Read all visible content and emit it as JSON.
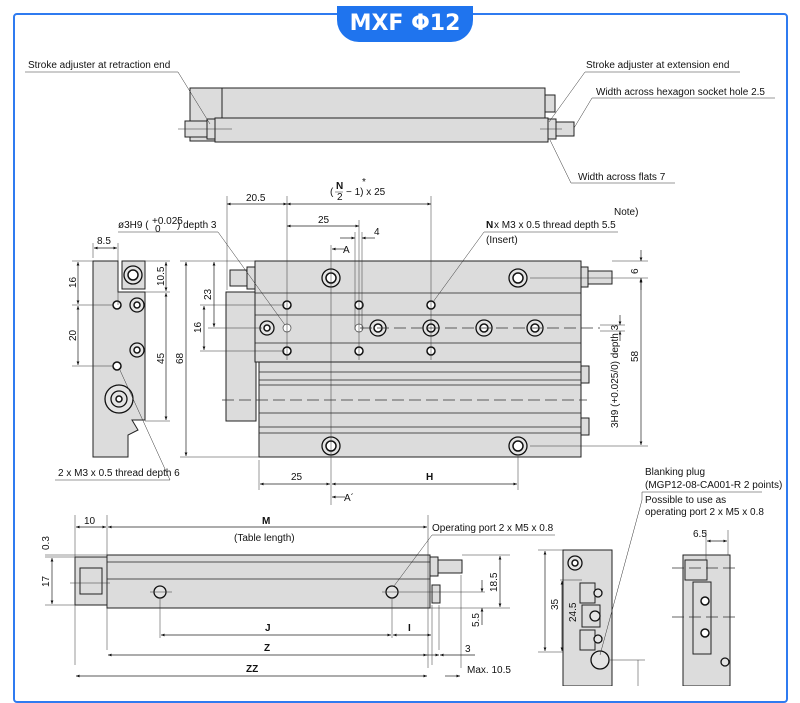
{
  "title": "MXF Φ12",
  "top_view": {
    "retraction_label": "Stroke adjuster at retraction end",
    "extension_label": "Stroke adjuster at extension end",
    "hex_label": "Width across hexagon socket hole 2.5",
    "flats_label": "Width across flats 7"
  },
  "front_view": {
    "pitch_n": "N",
    "pitch_2": "2",
    "pitch_rest": "− 1) x 25",
    "pitch_open": "(",
    "pitch_star": "*",
    "dim_20_5": "20.5",
    "dim_25_top": "25",
    "dim_4": "4",
    "section_a": "A",
    "section_a2": "A´",
    "pin_hole_label": "ø3H9 (",
    "pin_tol_upper": "+0.025",
    "pin_tol_lower": "0",
    "pin_hole_suffix": ") depth 3",
    "thread_n": "N",
    "thread_label": " x M3 x 0.5 thread depth 5.5",
    "note": "Note)",
    "insert": "(Insert)",
    "dim_23": "23",
    "dim_16": "16",
    "dim_68": "68",
    "dim_6": "6",
    "dim_58": "58",
    "side_pin": "3H9 (+0.025/0) depth 3",
    "dim_25_bottom": "25",
    "dim_h": "H"
  },
  "side_view": {
    "dim_8_5": "8.5",
    "dim_16": "16",
    "dim_20": "20",
    "dim_10_5": "10.5",
    "dim_45": "45",
    "thread_label": "2 x M3 x 0.5 thread depth 6"
  },
  "bottom_view": {
    "dim_10": "10",
    "dim_m": "M",
    "table_length": "(Table length)",
    "port_label": "Operating port 2 x M5 x 0.8",
    "dim_0_3": "0.3",
    "dim_17": "17",
    "dim_18_5": "18.5",
    "dim_5_5": "5.5",
    "dim_j": "J",
    "dim_i": "I",
    "dim_z": "Z",
    "dim_3": "3",
    "dim_zz": "ZZ",
    "max": "Max. 10.5"
  },
  "end_view": {
    "blanking_plug": "Blanking plug",
    "plug_part": "(MGP12-08-CA001-R  2 points)",
    "possible_1": "Possible to use as",
    "possible_2": "operating port 2 x M5 x 0.8",
    "dim_35": "35",
    "dim_24_5": "24.5",
    "dim_6_5": "6.5"
  }
}
